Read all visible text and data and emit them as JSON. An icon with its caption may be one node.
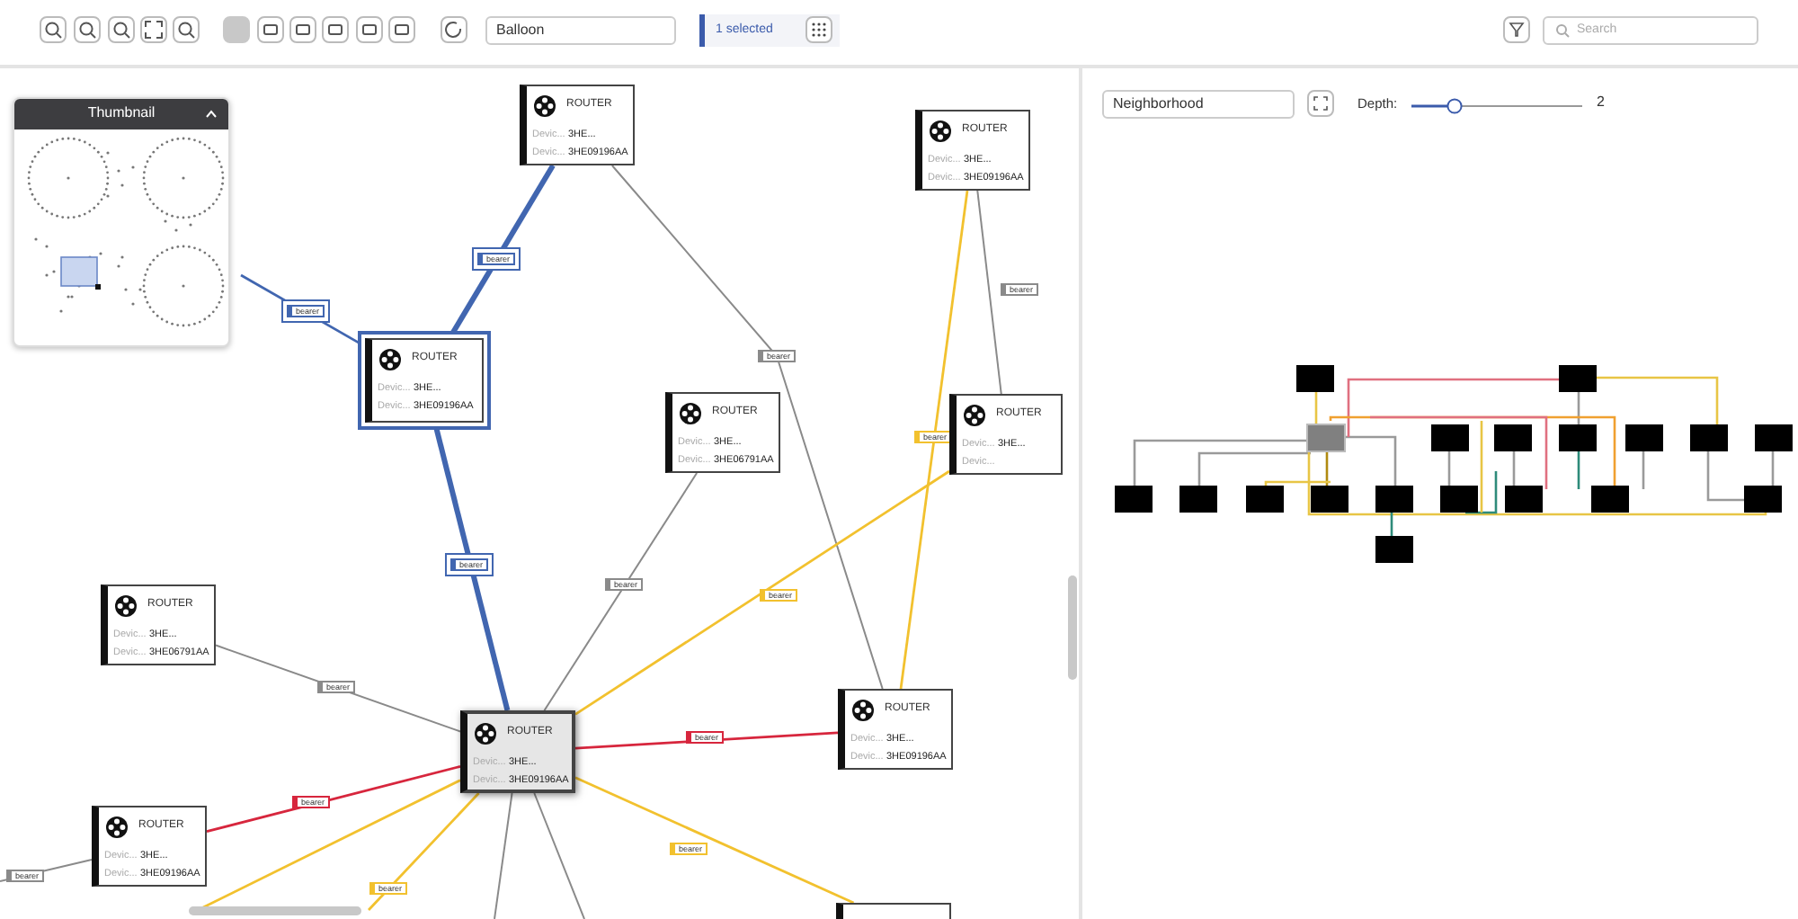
{
  "diagram": {
    "nodes": [
      {
        "text": [
          "ROUTER",
          "Devic...",
          "3HE...",
          "Devic...",
          "3HE09196AA"
        ]
      },
      {
        "text": [
          "ROUTER",
          "Devic...",
          "3HE...",
          "Devic...",
          "3HE09196AA"
        ]
      },
      {
        "text": [
          "ROUTER",
          "Devic...",
          "3HE...",
          "Devic...",
          "3HE09196AA"
        ]
      },
      {
        "text": [
          "ROUTER",
          "Devic...",
          "3HE...",
          "Devic...",
          "3HE06791AA"
        ]
      },
      {
        "text": [
          "ROUTER",
          "Devic...",
          "3HE...",
          "Devic..."
        ]
      },
      {
        "text": [
          "ROUTER",
          "Devic...",
          "3HE...",
          "Devic...",
          "3HE06791AA"
        ]
      },
      {
        "text": [
          "ROUTER",
          "Devic...",
          "3HE...",
          "Devic...",
          "3HE09196AA"
        ]
      },
      {
        "text": [
          "ROUTER",
          "Devic...",
          "3HE...",
          "Devic...",
          "3HE09196AA"
        ]
      },
      {
        "text": [
          "ROUTER",
          "Devic...",
          "3HE...",
          "Devic...",
          "3HE09196AA"
        ]
      },
      {
        "text": [],
        "shape": "box"
      }
    ],
    "edges": [
      {
        "from": null,
        "to": 2,
        "arrow": "none",
        "label": "bearer",
        "color": "#4166b0"
      },
      {
        "from": 0,
        "to": 2,
        "arrow": "none",
        "label": "bearer",
        "style": "thick",
        "color": "#4166b0"
      },
      {
        "from": 0,
        "to": 7,
        "arrow": "none",
        "label": "bearer"
      },
      {
        "from": 1,
        "to": 4,
        "arrow": "none",
        "label": "bearer"
      },
      {
        "from": 1,
        "to": 7,
        "arrow": "none",
        "label": "bearer",
        "color": "#f2c12e"
      },
      {
        "from": 2,
        "to": 6,
        "arrow": "none",
        "label": "bearer",
        "style": "thick",
        "color": "#4166b0"
      },
      {
        "from": 3,
        "to": 6,
        "arrow": "none",
        "label": "bearer"
      },
      {
        "from": 4,
        "to": 6,
        "arrow": "none",
        "label": "bearer",
        "color": "#f2c12e"
      },
      {
        "from": 5,
        "to": 6,
        "arrow": "none",
        "label": "bearer"
      },
      {
        "from": 6,
        "to": 7,
        "arrow": "none",
        "label": "bearer",
        "color": "#d7263d"
      },
      {
        "from": 8,
        "to": 6,
        "arrow": "none",
        "label": "bearer",
        "color": "#d7263d"
      },
      {
        "from": null,
        "to": 8,
        "arrow": "none",
        "label": "bearer"
      },
      {
        "from": 6,
        "to": null,
        "arrow": "none",
        "color": "#f2c12e"
      },
      {
        "from": 6,
        "to": null,
        "arrow": "none",
        "label": "bearer",
        "color": "#f2c12e"
      },
      {
        "from": 6,
        "to": null,
        "arrow": "none"
      },
      {
        "from": 6,
        "to": null,
        "arrow": "none"
      },
      {
        "from": 6,
        "to": 9,
        "arrow": "none",
        "label": "bearer",
        "color": "#f2c12e"
      }
    ],
    "labels": [
      "Balloon",
      "1 selected",
      "Search",
      "Thumbnail",
      "Neighborhood",
      "Depth:",
      "2"
    ]
  }
}
